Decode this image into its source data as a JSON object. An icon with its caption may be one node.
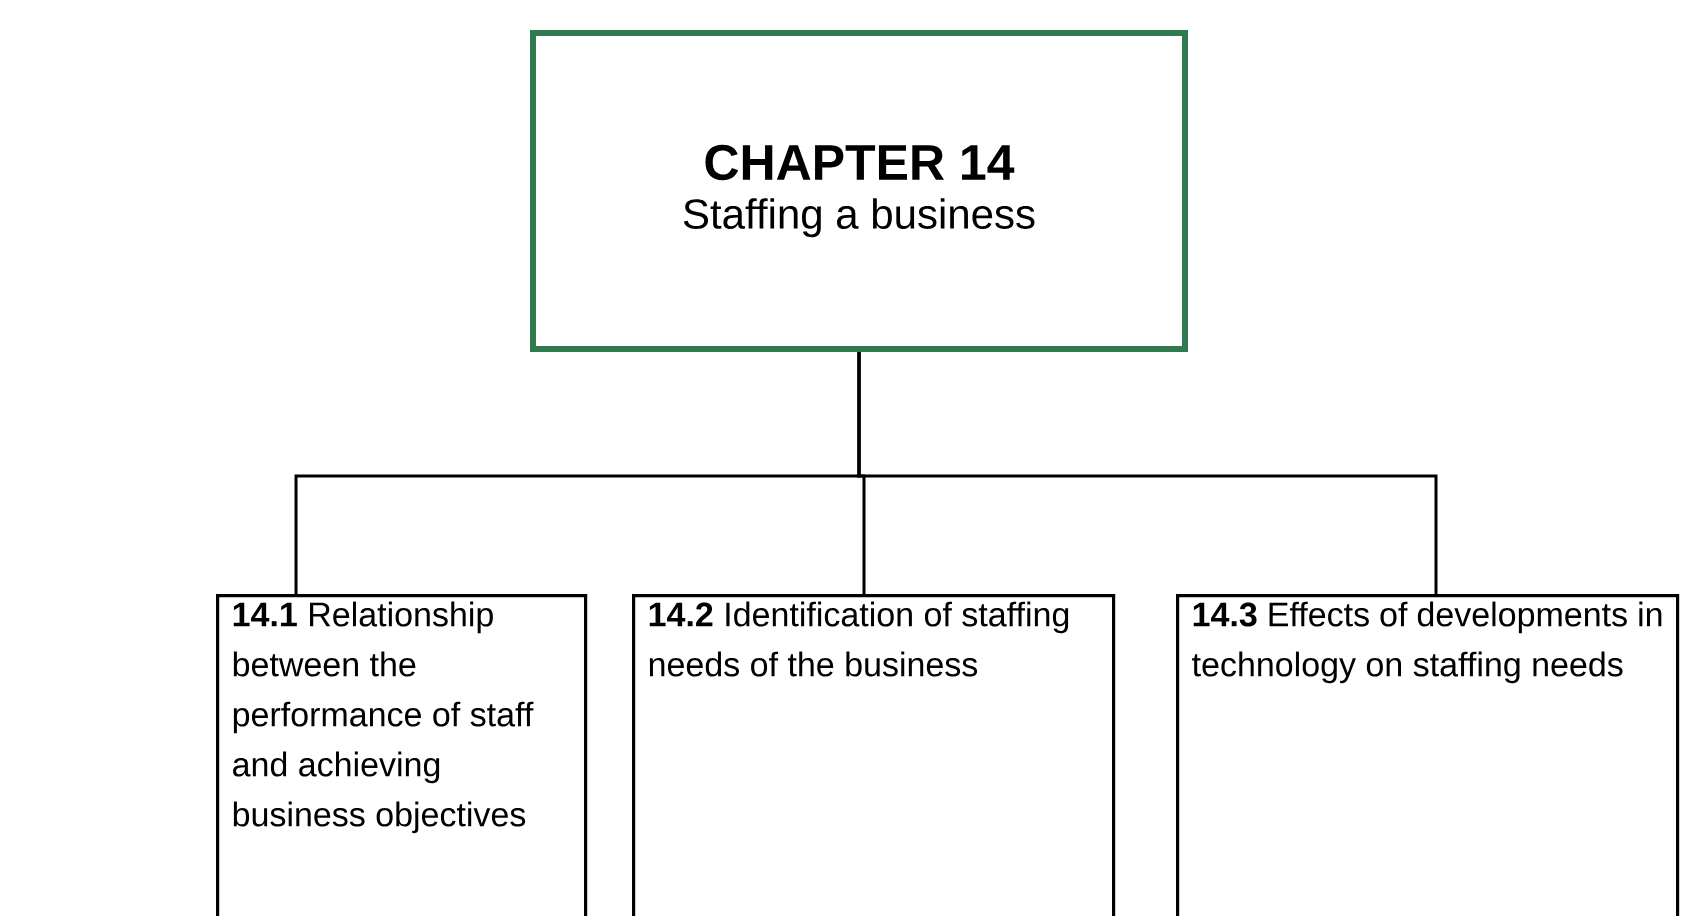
{
  "diagram": {
    "nodes": [
      {
        "text": [
          "CHAPTER 14",
          "Staffing a business"
        ]
      },
      {
        "text": [
          "**14.1** Relationship between the performance of staff and achieving business objectives"
        ]
      },
      {
        "text": [
          "**14.2** Identification of staffing needs of the business"
        ]
      },
      {
        "text": [
          "**14.3** Effects of developments in technology on staffing needs"
        ]
      }
    ],
    "edges": [
      {
        "from": 0,
        "to": 1,
        "arrow": "none"
      },
      {
        "from": 0,
        "to": 2,
        "arrow": "none"
      },
      {
        "from": 0,
        "to": 3,
        "arrow": "none"
      }
    ]
  }
}
